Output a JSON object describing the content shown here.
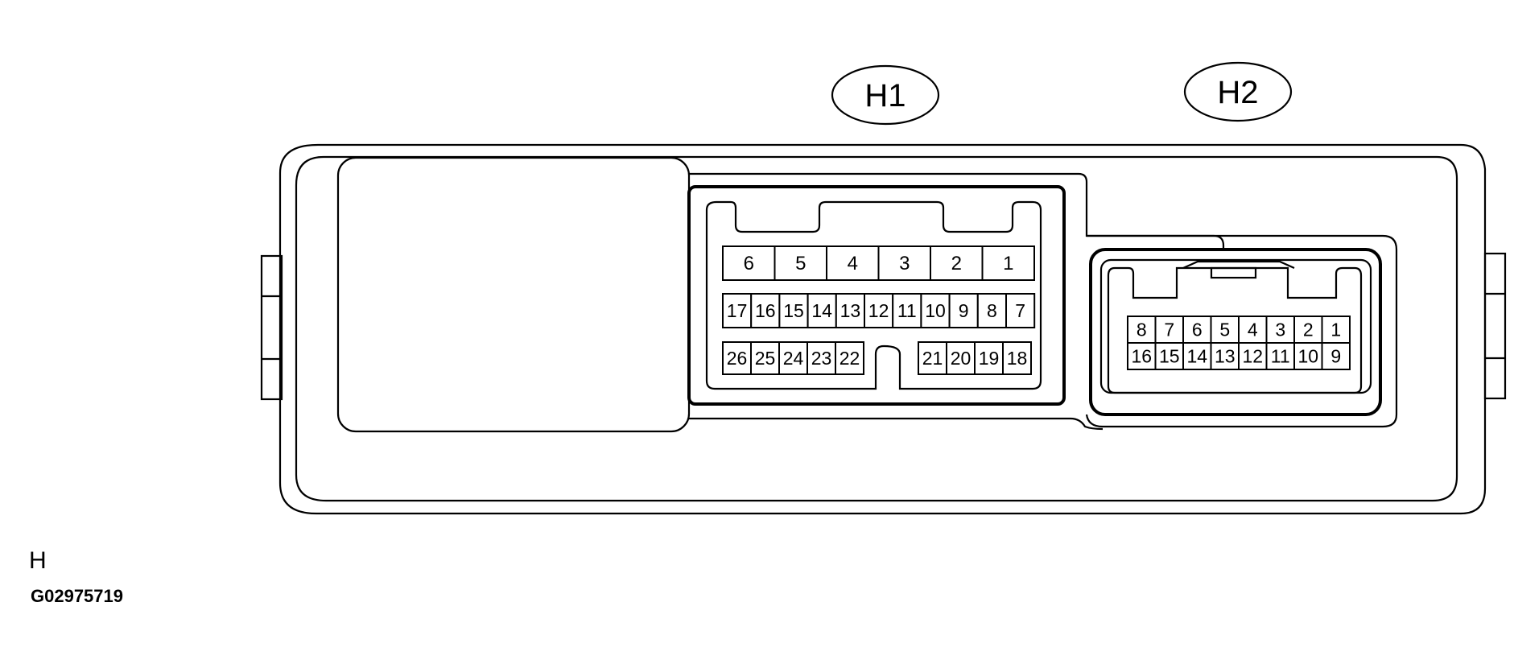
{
  "callouts": {
    "h1": "H1",
    "h2": "H2"
  },
  "connector_h1": {
    "row1": [
      "6",
      "5",
      "4",
      "3",
      "2",
      "1"
    ],
    "row2": [
      "17",
      "16",
      "15",
      "14",
      "13",
      "12",
      "11",
      "10",
      "9",
      "8",
      "7"
    ],
    "row3_left": [
      "26",
      "25",
      "24",
      "23",
      "22"
    ],
    "row3_right": [
      "21",
      "20",
      "19",
      "18"
    ]
  },
  "connector_h2": {
    "row1": [
      "8",
      "7",
      "6",
      "5",
      "4",
      "3",
      "2",
      "1"
    ],
    "row2": [
      "16",
      "15",
      "14",
      "13",
      "12",
      "11",
      "10",
      "9"
    ]
  },
  "caption": {
    "view_letter": "H",
    "figure_code": "G02975719"
  }
}
